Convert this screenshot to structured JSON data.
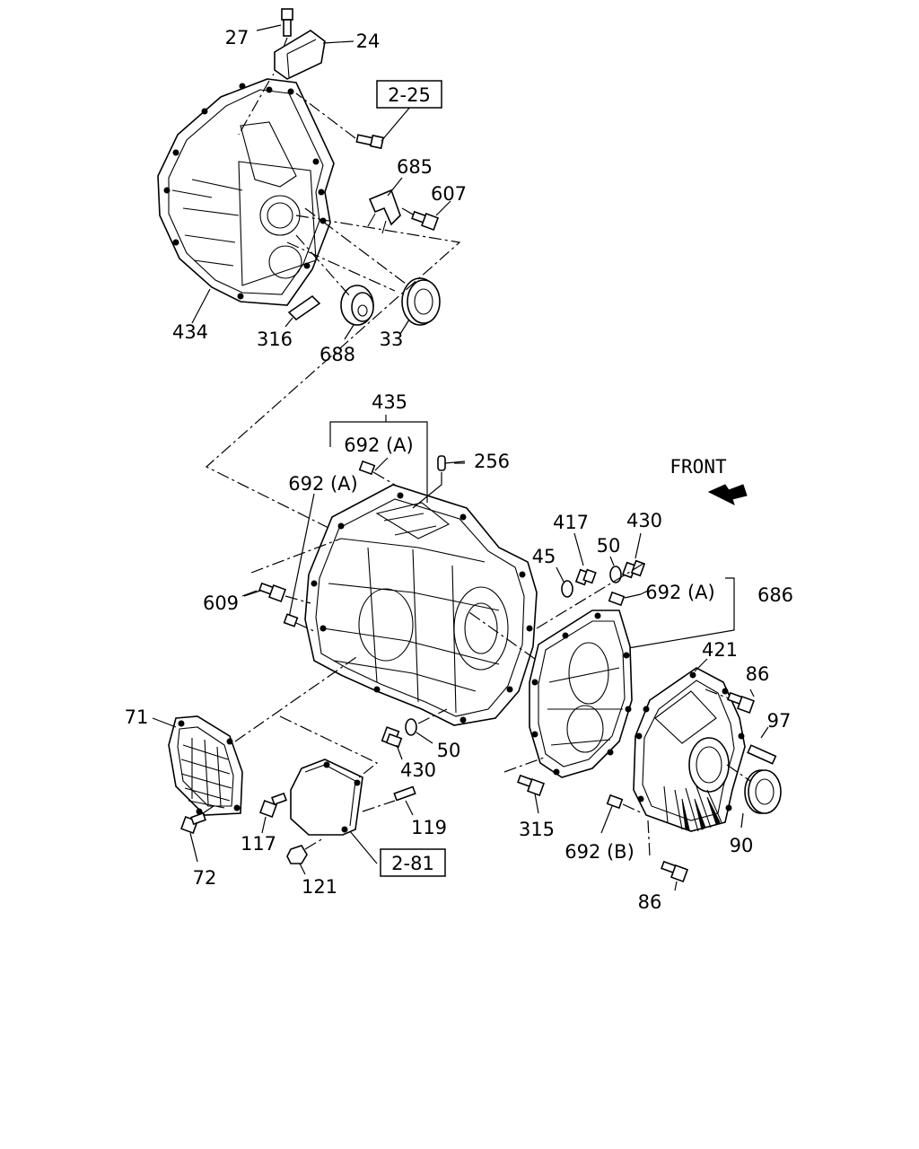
{
  "labels": {
    "p27": "27",
    "p24": "24",
    "p685": "685",
    "p607": "607",
    "p434": "434",
    "p316": "316",
    "p688": "688",
    "p33": "33",
    "p435": "435",
    "p692a_top": "692 (A)",
    "p692a_left": "692 (A)",
    "p256": "256",
    "p609": "609",
    "p417": "417",
    "p430_top": "430",
    "p45": "45",
    "p50_top": "50",
    "p692a_right": "692 (A)",
    "p686": "686",
    "p421": "421",
    "p86_top": "86",
    "p97": "97",
    "p71": "71",
    "p50_bot": "50",
    "p430_bot": "430",
    "p315": "315",
    "p117": "117",
    "p119": "119",
    "p72": "72",
    "p121": "121",
    "p692b": "692 (B)",
    "p90": "90",
    "p86_bot": "86"
  },
  "refs": {
    "r225": "2-25",
    "r281": "2-81"
  },
  "front_label": "FRONT"
}
